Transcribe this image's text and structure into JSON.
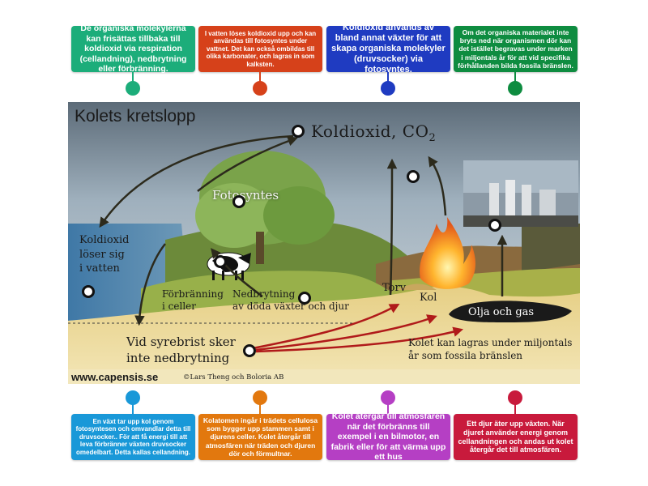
{
  "cards": {
    "c1": "De organiska molekylerna kan frisättas tillbaka till koldioxid via respiration (cellandning), nedbrytning eller förbränning.",
    "c2": "I vatten löses koldioxid upp och kan användas till fotosyntes under vattnet. Det kan också ombildas till olika karbonater, och lagras in som kalksten.",
    "c3": "Koldioxid används av bland annat växter för att skapa organiska molekyler (druvsocker) via fotosyntes.",
    "c4": "Om det organiska materialet inte bryts ned när organismen dör kan det istället begravas under marken i miljontals år för att vid specifika förhållanden bilda fossila bränslen.",
    "c5": "En växt tar upp kol genom fotosyntesen och omvandlar detta till druvsocker.. För att få energi till att leva förbränner växten druvsocker omedelbart. Detta kallas cellandning.",
    "c6": "Kolatomen ingår i trädets cellulosa som bygger upp stammen samt i djurens celler. Kolet återgår till atmosfären när träden och djuren dör och förmultnar.",
    "c7": "Kolet återgår till atmosfären när det förbränns till exempel i en bilmotor, en fabrik eller för att värma upp ett hus",
    "c8": "Ett djur äter upp växten. När djuret använder energi genom cellandningen och andas ut kolet återgår det till atmosfären."
  },
  "card_colors": {
    "c1": "#1cad7a",
    "c2": "#d6411a",
    "c3": "#1f3bc1",
    "c4": "#0e8c40",
    "c5": "#1998d8",
    "c6": "#e2780e",
    "c7": "#b53fc4",
    "c8": "#c81a3c"
  },
  "diagram": {
    "title": "Kolets kretslopp",
    "co2_main": "Koldioxid, CO",
    "co2_sub": "2",
    "fotosyntes": "Fotosyntes",
    "koldioxid_line1": "Koldioxid",
    "koldioxid_line2": "löser sig",
    "koldioxid_line3": "i vatten",
    "forbranning_line1": "Förbränning",
    "forbranning_line2": "i celler",
    "nedbrytning_line1": "Nedbrytning",
    "nedbrytning_line2": "av döda växter och djur",
    "torv": "Torv",
    "kol": "Kol",
    "olja": "Olja och gas",
    "syrebrist_line1": "Vid syrebrist sker",
    "syrebrist_line2": "inte nedbrytning",
    "lagras_line1": "Kolet kan lagras under miljontals",
    "lagras_line2": "år som fossila bränslen",
    "website": "www.capensis.se",
    "copyright": "©Lars Theng och Boloria AB"
  }
}
